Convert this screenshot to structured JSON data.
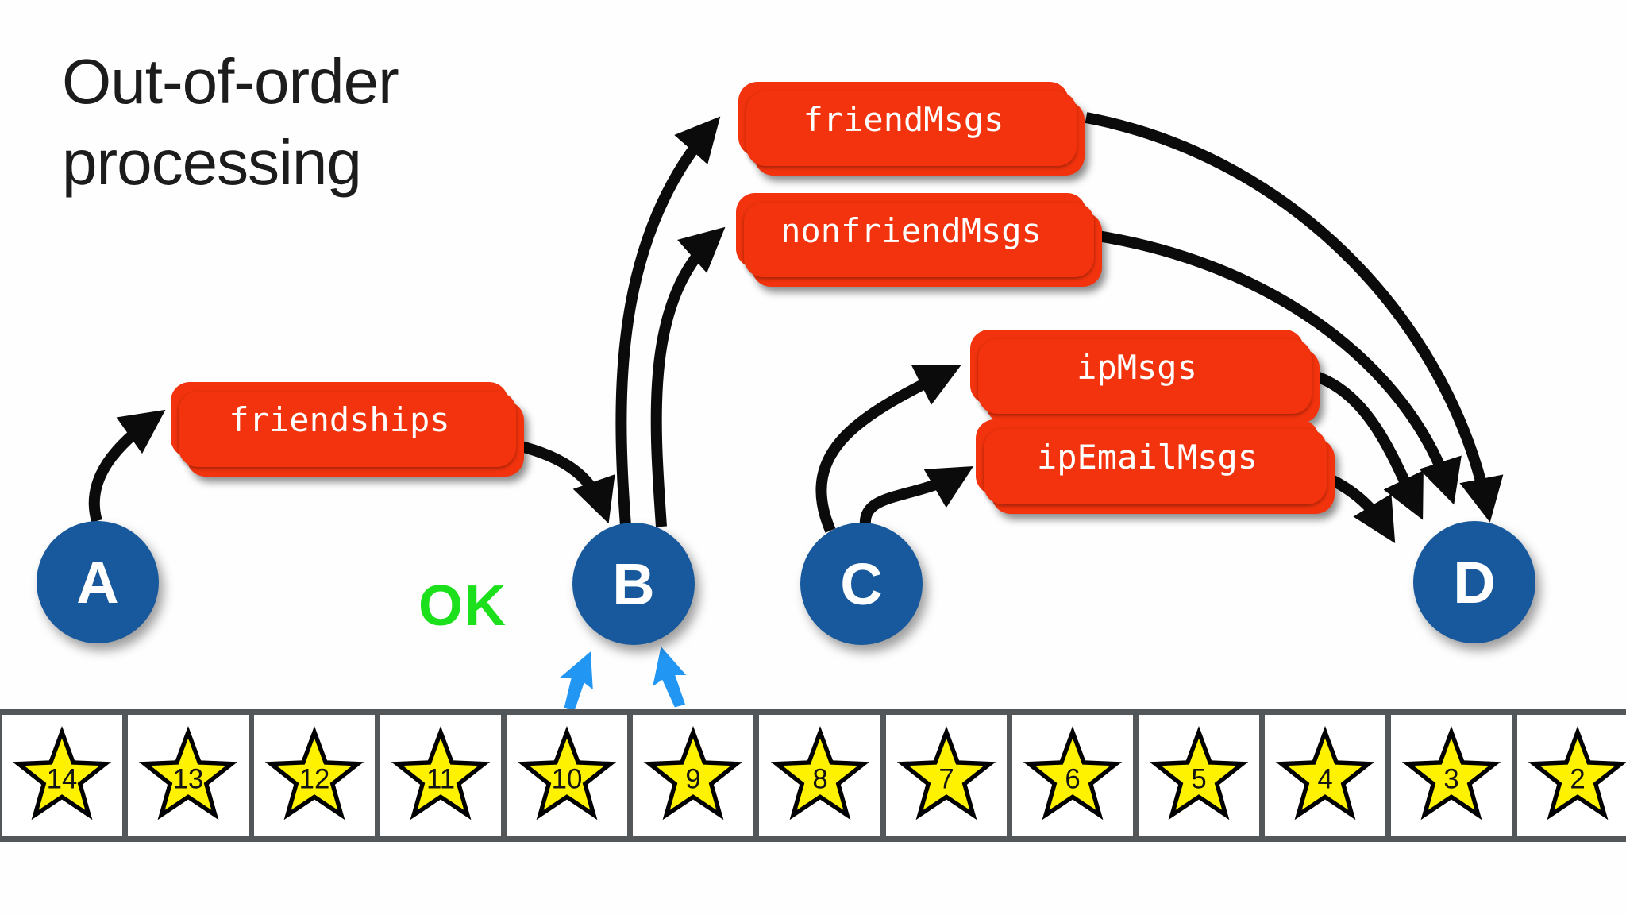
{
  "title": {
    "line1": "Out-of-order",
    "line2": "processing"
  },
  "annotation": {
    "ok_label": "OK"
  },
  "nodes": {
    "a": {
      "label": "A"
    },
    "b": {
      "label": "B"
    },
    "c": {
      "label": "C"
    },
    "d": {
      "label": "D"
    }
  },
  "streams": {
    "friendships": {
      "label": "friendships"
    },
    "friendMsgs": {
      "label": "friendMsgs"
    },
    "nonfriendMsgs": {
      "label": "nonfriendMsgs"
    },
    "ipMsgs": {
      "label": "ipMsgs"
    },
    "ipEmailMsgs": {
      "label": "ipEmailMsgs"
    }
  },
  "timeline": {
    "events": [
      "14",
      "13",
      "12",
      "11",
      "10",
      "9",
      "8",
      "7",
      "6",
      "5",
      "4",
      "3",
      "2"
    ]
  },
  "colors": {
    "stream_red": "#f2330d",
    "node_blue": "#17599c",
    "ok_green": "#1be01b",
    "cursor_blue": "#2196f3",
    "star_yellow": "#fff200",
    "arrow_black": "#0b0b0b",
    "grid_gray": "#53575a"
  }
}
